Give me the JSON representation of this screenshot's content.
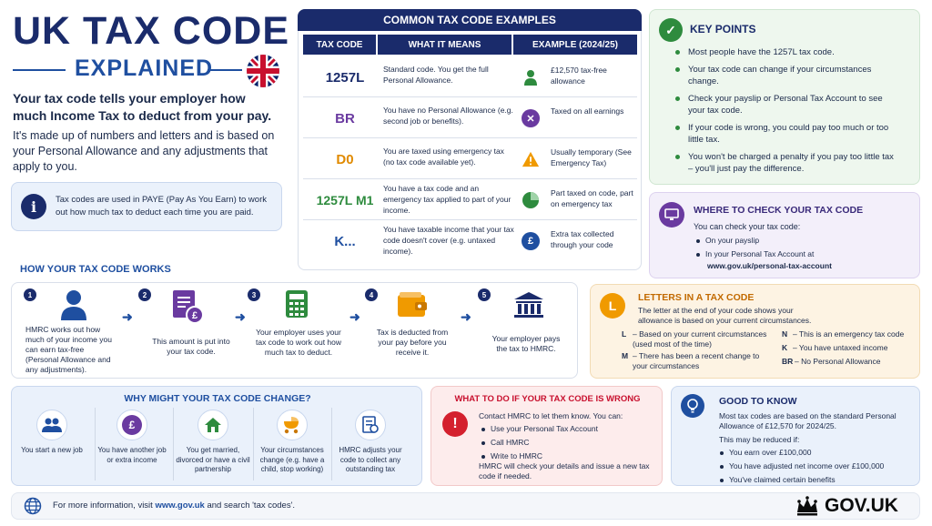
{
  "header": {
    "title": "UK TAX CODE",
    "subtitle": "EXPLAINED",
    "intro_bold": "Your tax code tells your employer how much Income Tax to deduct from your pay.",
    "intro": "It's made up of numbers and letters and is based on your Personal Allowance and any adjustments that apply to you.",
    "info_box": "Tax codes are used in PAYE (Pay As You Earn) to work out how much tax to deduct each time you are paid."
  },
  "examples": {
    "title": "COMMON TAX CODE EXAMPLES",
    "col_code": "TAX CODE",
    "col_meaning": "WHAT IT MEANS",
    "col_example": "EXAMPLE (2024/25)",
    "rows": [
      {
        "code": "1257L",
        "meaning": "Standard code. You get the full Personal Allowance.",
        "example": "£12,570 tax-free allowance",
        "icon": "person-icon",
        "code_color": "#1a2b6b",
        "icon_color": "#2e8b3e"
      },
      {
        "code": "BR",
        "meaning": "You have no Personal Allowance (e.g. second job or benefits).",
        "example": "Taxed on all earnings",
        "icon": "x-circle-icon",
        "code_color": "#6a3aa0",
        "icon_color": "#6a3aa0"
      },
      {
        "code": "D0",
        "meaning": "You are taxed using emergency tax (no tax code available yet).",
        "example": "Usually temporary (See Emergency Tax)",
        "icon": "warning-icon",
        "code_color": "#e08a00",
        "icon_color": "#f09a00"
      },
      {
        "code": "1257L M1",
        "meaning": "You have a tax code and an emergency tax applied to part of your income.",
        "example": "Part taxed on code, part on emergency tax",
        "icon": "pie-chart-icon",
        "code_color": "#2e8b3e",
        "icon_color": "#2e8b3e"
      },
      {
        "code": "K...",
        "meaning": "You have taxable income that your tax code doesn't cover (e.g. untaxed income).",
        "example": "Extra tax collected through your code",
        "icon": "pound-icon",
        "code_color": "#1f4fa0",
        "icon_color": "#1f4fa0"
      }
    ]
  },
  "key_points": {
    "title": "KEY POINTS",
    "items": [
      "Most people have the 1257L tax code.",
      "Your tax code can change if your circumstances change.",
      "Check your payslip or Personal Tax Account to see your tax code.",
      "If your code is wrong, you could pay too much or too little tax.",
      "You won't be charged a penalty if you pay too little tax – you'll just pay the difference."
    ]
  },
  "where_check": {
    "title": "WHERE TO CHECK YOUR TAX CODE",
    "lead": "You can check your tax code:",
    "item1": "On your payslip",
    "item2": "In your Personal Tax Account at",
    "link": "www.gov.uk/personal-tax-account"
  },
  "how_works": {
    "title": "HOW YOUR TAX CODE WORKS",
    "steps": [
      {
        "num": "1",
        "text": "HMRC works out how much of your income you can earn tax-free (Personal Allowance and any adjustments)."
      },
      {
        "num": "2",
        "text": "This amount is put into your tax code."
      },
      {
        "num": "3",
        "text": "Your employer uses your tax code to work out how much tax to deduct."
      },
      {
        "num": "4",
        "text": "Tax is deducted from your pay before you receive it."
      },
      {
        "num": "5",
        "text": "Your employer pays the tax to HMRC."
      }
    ]
  },
  "letters": {
    "title": "LETTERS IN A TAX CODE",
    "badge": "L",
    "intro": "The letter at the end of your code shows your allowance is based on your current circumstances.",
    "items": [
      {
        "letter": "L",
        "text": "– Based on your current circumstances (used most of the time)"
      },
      {
        "letter": "M",
        "text": "– There has been a recent change to your circumstances"
      },
      {
        "letter": "N",
        "text": "– This is an emergency tax code"
      },
      {
        "letter": "K",
        "text": "– You have untaxed income"
      },
      {
        "letter": "BR",
        "text": "– No Personal Allowance"
      }
    ]
  },
  "why_change": {
    "title": "WHY MIGHT YOUR TAX CODE CHANGE?",
    "items": [
      {
        "text": "You start a new job",
        "icon": "people-icon"
      },
      {
        "text": "You have another job or extra income",
        "icon": "pound-icon"
      },
      {
        "text": "You get married, divorced or have a civil partnership",
        "icon": "house-icon"
      },
      {
        "text": "Your circumstances change (e.g. have a child, stop working)",
        "icon": "pram-icon"
      },
      {
        "text": "HMRC adjusts your code to collect any outstanding tax",
        "icon": "document-icon"
      }
    ]
  },
  "wrong": {
    "title": "WHAT TO DO IF YOUR TAX CODE IS WRONG",
    "lead": "Contact HMRC to let them know. You can:",
    "items": [
      "Use your Personal Tax Account",
      "Call HMRC",
      "Write to HMRC"
    ],
    "footer": "HMRC will check your details and issue a new tax code if needed."
  },
  "good": {
    "title": "GOOD TO KNOW",
    "lead": "Most tax codes are based on the standard Personal Allowance of £12,570 for 2024/25.",
    "reduced": "This may be reduced if:",
    "items": [
      "You earn over £100,000",
      "You have adjusted net income over £100,000",
      "You've claimed certain benefits"
    ]
  },
  "footer": {
    "text1": "For more information, visit ",
    "link": "www.gov.uk",
    "text2": " and search 'tax codes'.",
    "brand": "GOV.UK"
  }
}
